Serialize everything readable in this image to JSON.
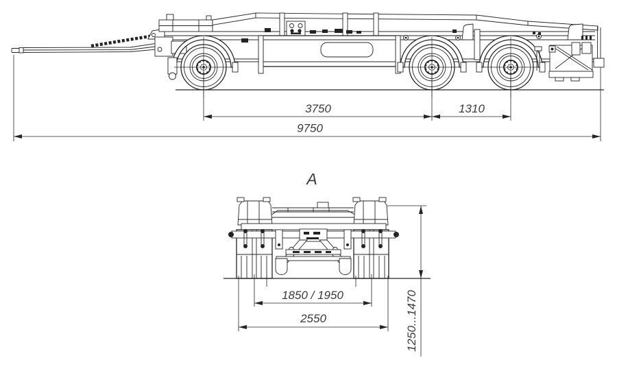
{
  "drawing": {
    "colors": {
      "line": "#242424",
      "text": "#3c3c3c",
      "background": "#ffffff"
    },
    "side_view": {
      "dim_axle_spacing_front": "3750",
      "dim_axle_spacing_rear": "1310",
      "dim_overall_length": "9750"
    },
    "rear_view": {
      "view_label": "A",
      "dim_track_width": "1850 / 1950",
      "dim_overall_width": "2550",
      "dim_height_range": "1250...1470"
    }
  }
}
